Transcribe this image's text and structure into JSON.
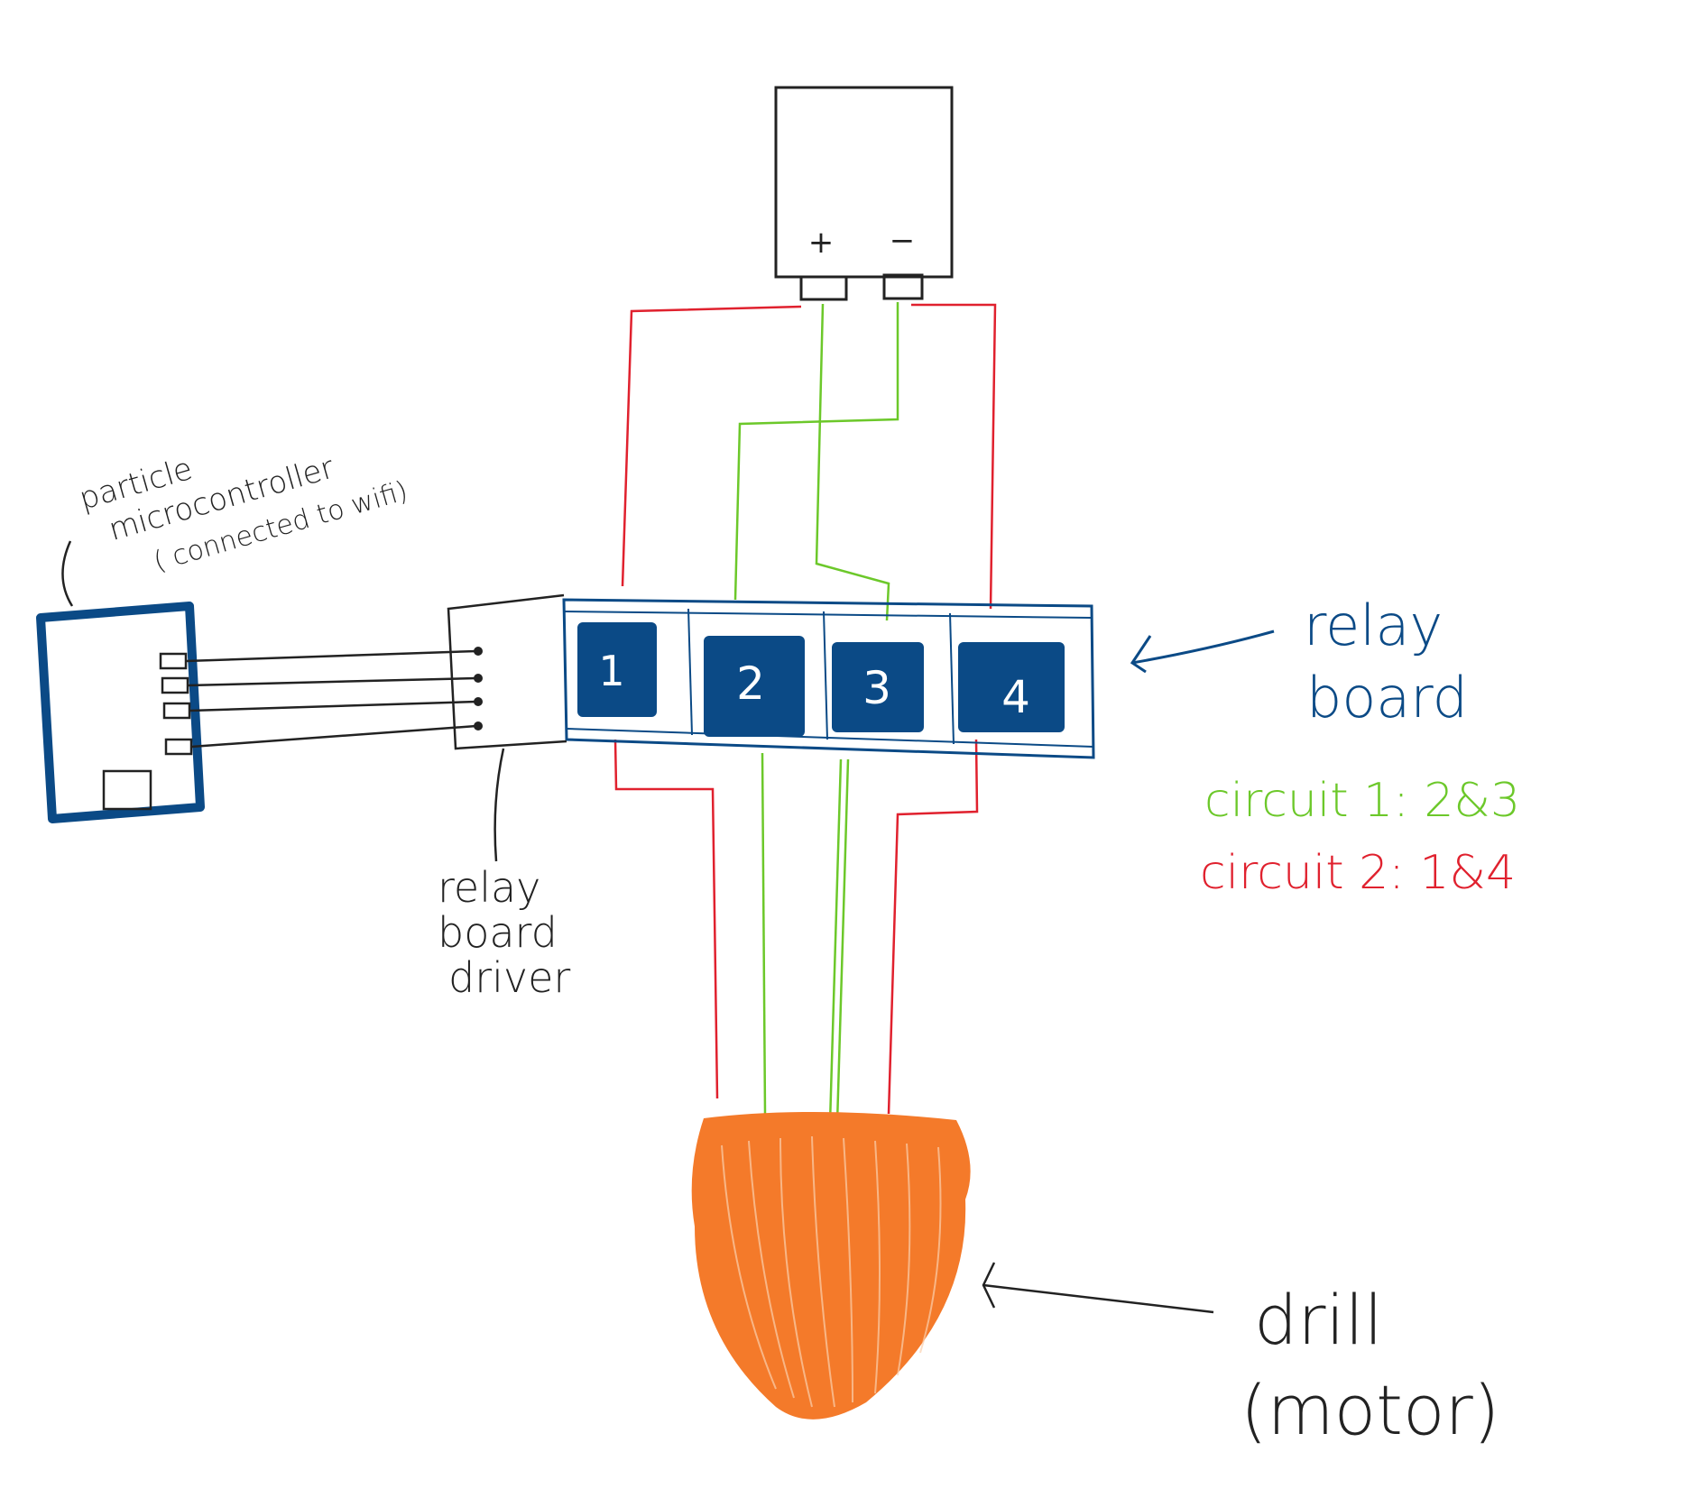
{
  "labels": {
    "microcontroller_line1": "particle",
    "microcontroller_line2": "microcontroller",
    "microcontroller_line3": "( connected to wifi)",
    "relay_board_line1": "relay",
    "relay_board_line2": "board",
    "relay_driver_line1": "relay",
    "relay_driver_line2": "board",
    "relay_driver_line3": "driver",
    "drill_line1": "drill",
    "drill_line2": "(motor)",
    "battery_plus": "+",
    "battery_minus": "−"
  },
  "relays": [
    "1",
    "2",
    "3",
    "4"
  ],
  "legend": {
    "circuit1": "circuit 1: 2&3",
    "circuit2": "circuit 2: 1&4"
  },
  "colors": {
    "ink": "#222222",
    "relay_blue": "#0b4a86",
    "circuit1_green": "#6cc82a",
    "circuit2_red": "#e0212e",
    "drill_orange": "#f47a2a"
  }
}
